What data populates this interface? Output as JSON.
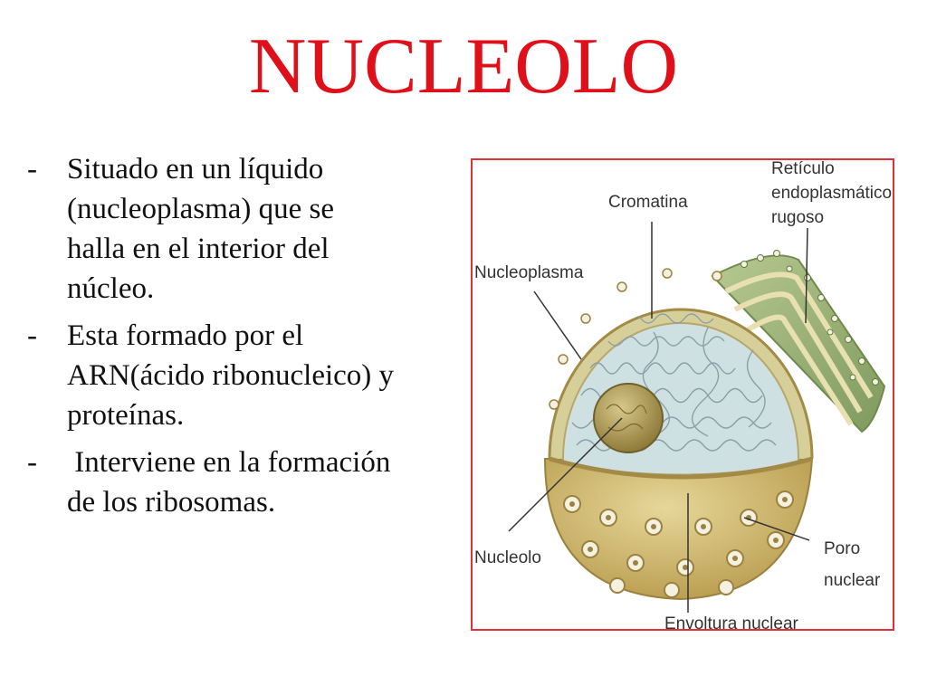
{
  "slide": {
    "title": "NUCLEOLO",
    "bullets": [
      {
        "dash": "-",
        "text": "Situado en un líquido (nucleoplasma) que se halla en el interior del núcleo."
      },
      {
        "dash": "-",
        "text": "Esta formado por el ARN(ácido ribonucleico) y proteínas."
      },
      {
        "dash": "-",
        "text": " Interviene en la formación de los ribosomas."
      }
    ]
  },
  "diagram": {
    "labels": {
      "reticulo_1": "Retículo",
      "reticulo_2": "endoplasmático",
      "reticulo_3": "rugoso",
      "cromatina": "Cromatina",
      "nucleoplasma": "Nucleoplasma",
      "nucleolo": "Nucleolo",
      "poro_1": "Poro",
      "poro_2": "nuclear",
      "envoltura": "Envoltura nuclear"
    }
  }
}
